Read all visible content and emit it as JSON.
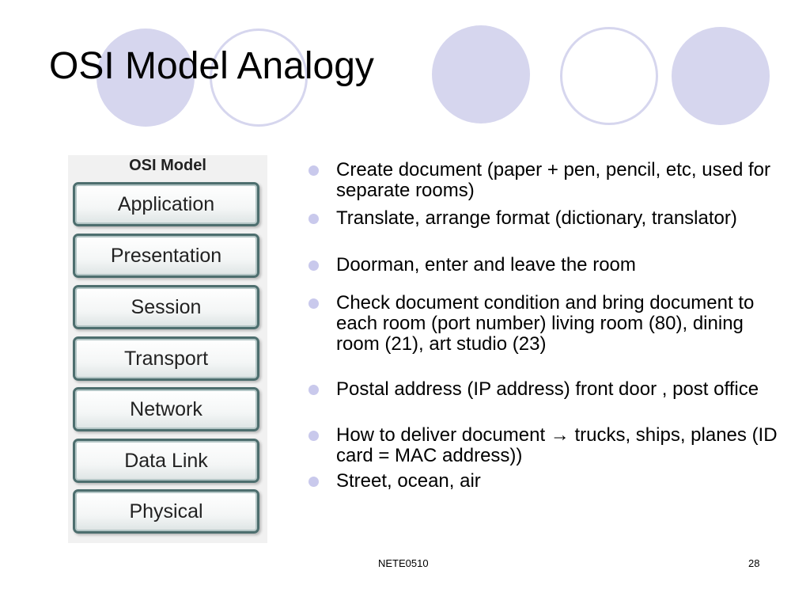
{
  "slide": {
    "title": "OSI Model Analogy",
    "osi_model": {
      "heading": "OSI Model",
      "layers": [
        "Application",
        "Presentation",
        "Session",
        "Transport",
        "Network",
        "Data Link",
        "Physical"
      ]
    },
    "bullets": [
      "Create document (paper + pen, pencil, etc, used for separate rooms)",
      "Translate, arrange format (dictionary, translator)",
      "Doorman, enter and leave the room",
      "Check document condition and bring document to each room (port number) living room (80), dining room (21), art studio (23)",
      "Postal address (IP address)  front door , post office",
      "How to deliver document → trucks, ships, planes (ID card = MAC address))",
      "Street, ocean, air"
    ],
    "footer": {
      "center": "NETE0510",
      "page_number": "28"
    },
    "colors": {
      "circle": "#d6d6ee",
      "bullet": "#c9c9ec",
      "layer_border": "#4d6e6e"
    }
  }
}
